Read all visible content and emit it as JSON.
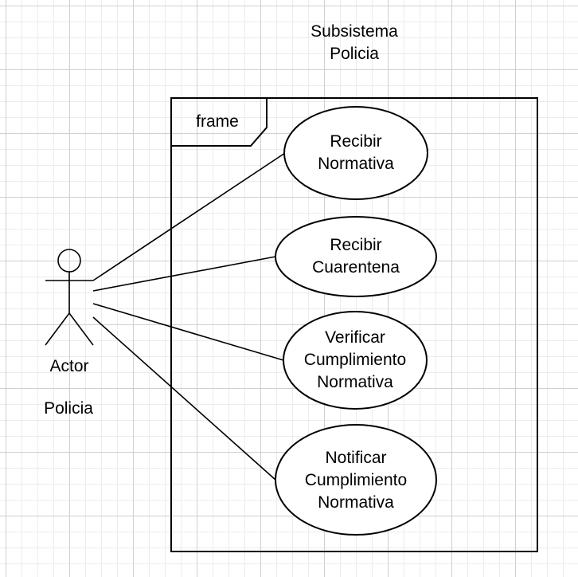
{
  "title": "Subsistema\nPolicia",
  "frame": {
    "label": "frame"
  },
  "actor": {
    "label": "Actor",
    "name": "Policia"
  },
  "use_cases": [
    {
      "label": "Recibir\nNormativa"
    },
    {
      "label": "Recibir\nCuarentena"
    },
    {
      "label": "Verificar\nCumplimiento\nNormativa"
    },
    {
      "label": "Notificar\nCumplimiento\nNormativa"
    }
  ],
  "colors": {
    "stroke": "#000000",
    "fill": "#ffffff",
    "grid": "#d0d0d0"
  }
}
